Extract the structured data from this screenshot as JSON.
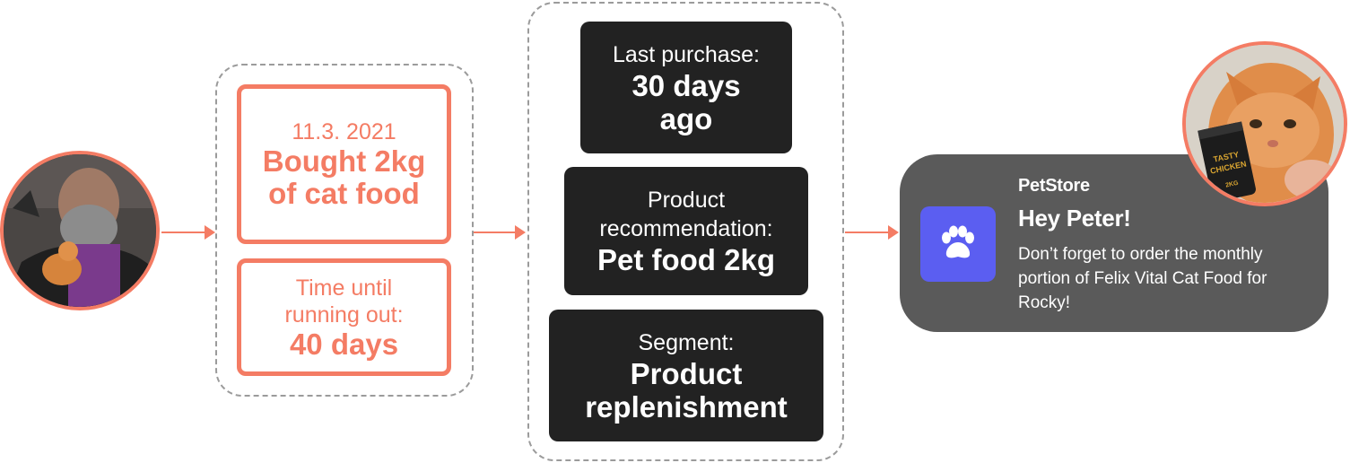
{
  "colors": {
    "accent": "#f47c64",
    "dark_box": "#222222",
    "notification_bg": "#5a5a5a",
    "app_icon_bg": "#5b5ef1"
  },
  "purchase": {
    "date": "11.3. 2021",
    "action": "Bought 2kg of cat food"
  },
  "runout": {
    "label": "Time until running out:",
    "value": "40 days"
  },
  "insights": [
    {
      "label": "Last purchase:",
      "value": "30 days ago"
    },
    {
      "label": "Product recommendation:",
      "value": "Pet food 2kg"
    },
    {
      "label": "Segment:",
      "value": "Product replenishment"
    }
  ],
  "notification": {
    "app_name": "PetStore",
    "title": "Hey Peter!",
    "body": "Don’t forget to order the monthly portion of Felix Vital Cat Food for Rocky!",
    "icon": "paw-icon"
  },
  "product_pack": {
    "line1": "TASTY",
    "line2": "CHICKEN",
    "weight": "2KG"
  }
}
